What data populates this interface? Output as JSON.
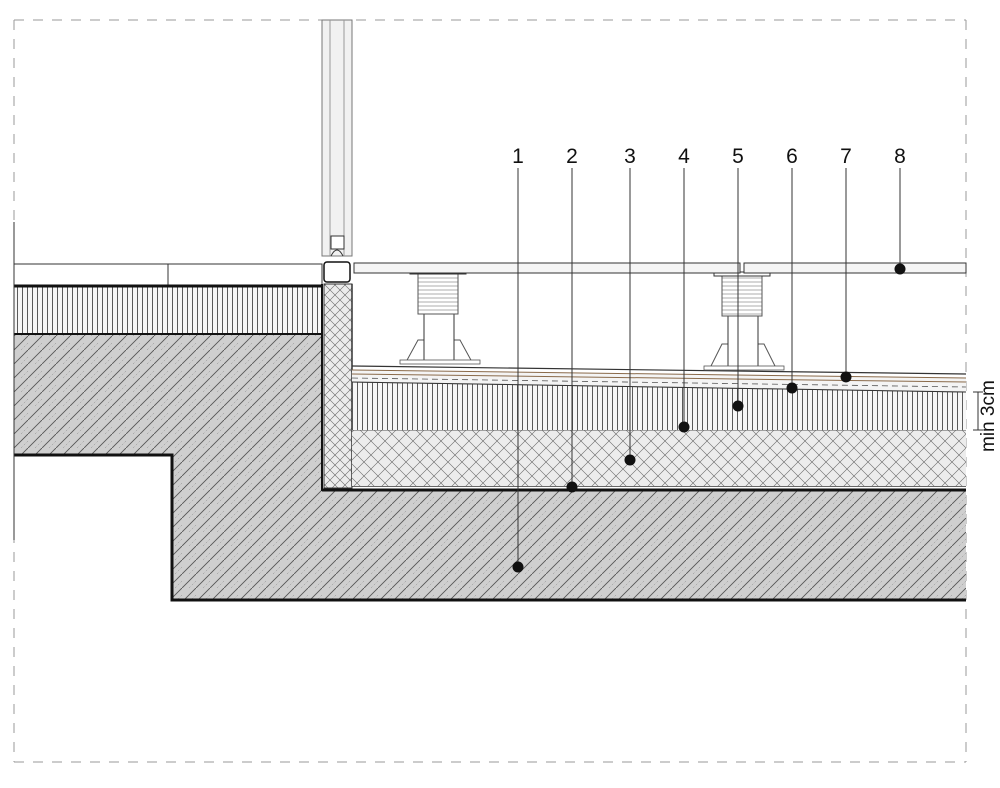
{
  "colors": {
    "background": "#ffffff",
    "line": "#111111",
    "thin_line": "#444444",
    "concrete_hatch": "#555555",
    "concrete_fill": "#cfcfcf",
    "insulation_fill": "#ececec",
    "glass_fill": "#f1f1f1",
    "border_dash": "#9a9a9a"
  },
  "callouts": {
    "c1": "1",
    "c2": "2",
    "c3": "3",
    "c4": "4",
    "c5": "5",
    "c6": "6",
    "c7": "7",
    "c8": "8"
  },
  "dimension": {
    "label": "min 3cm"
  }
}
